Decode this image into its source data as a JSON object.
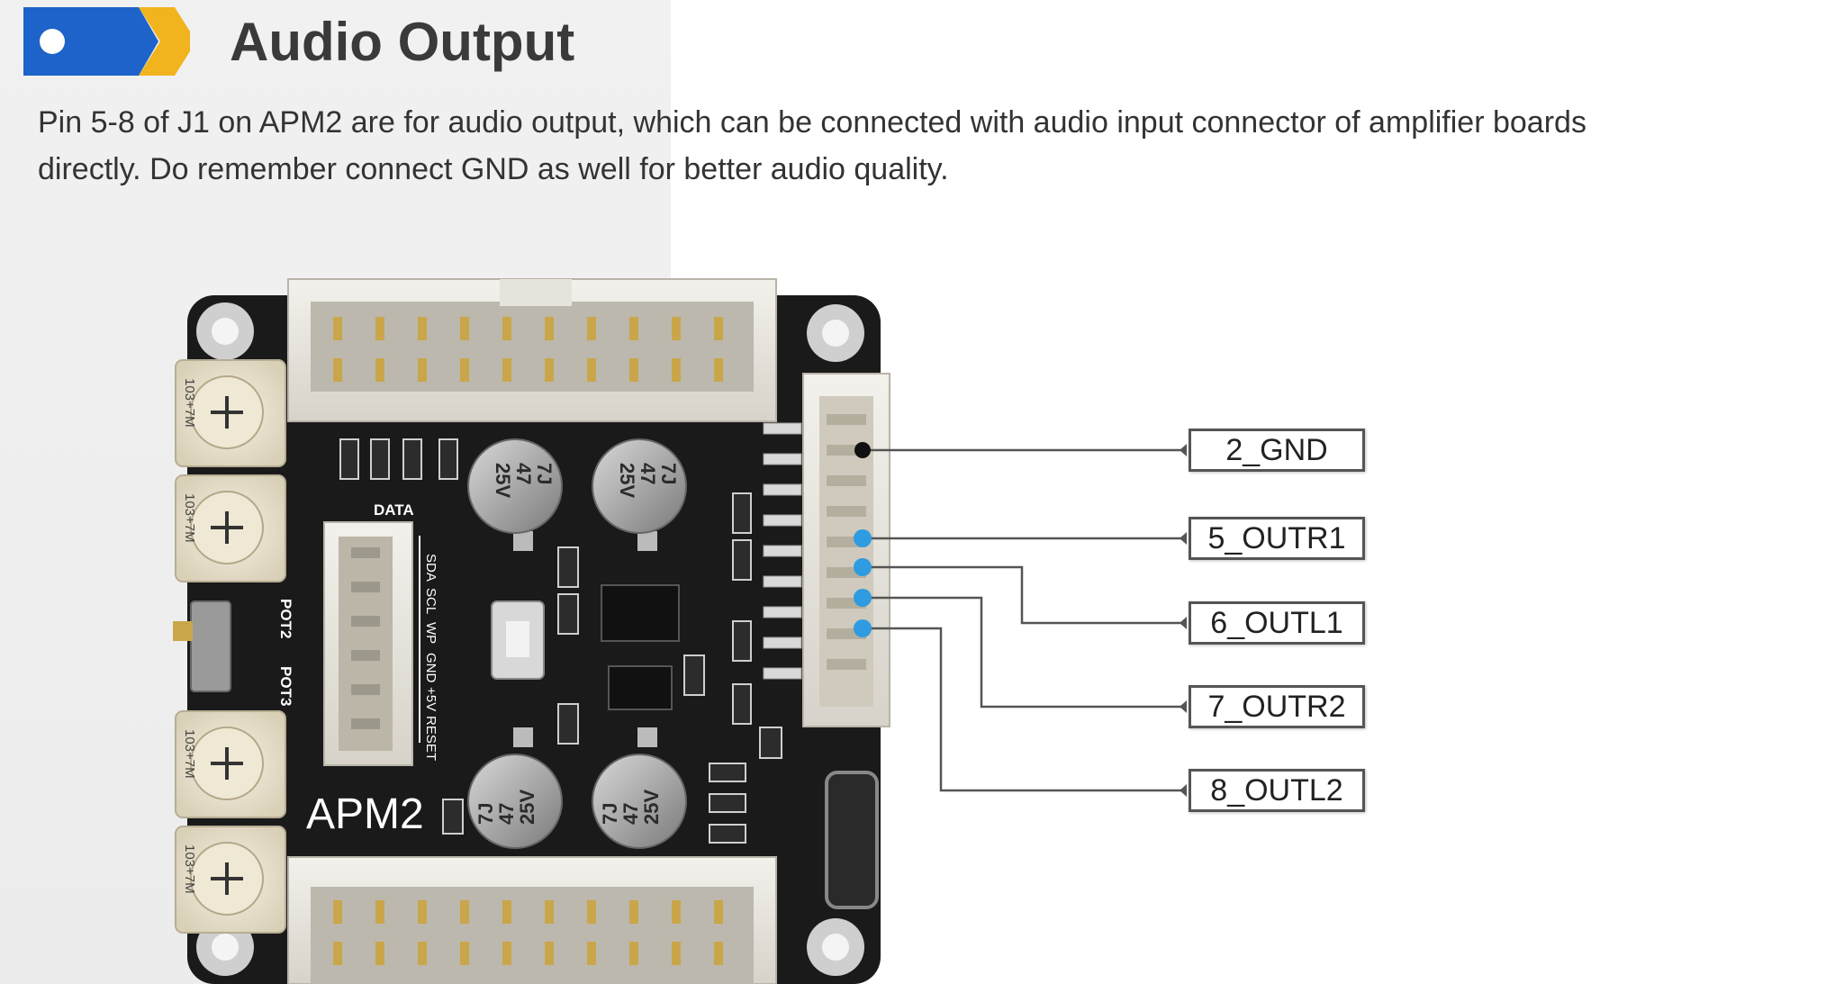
{
  "slide": {
    "title": "Audio Output",
    "description_lines": [
      "Pin 5-8 of J1 on APM2 are for audio output, which can be connected with audio input connector of amplifier boards",
      "directly. Do remember connect GND as well for better audio quality."
    ]
  },
  "board": {
    "name": "APM2",
    "data_label": "DATA",
    "pot_labels": [
      "POT2",
      "POT3"
    ],
    "pot_codes": [
      "103+7M",
      "103+7M",
      "103+7M",
      "103+7M"
    ],
    "cap_markings": [
      [
        "7J",
        "47",
        "25V"
      ],
      [
        "7J",
        "47",
        "25V"
      ],
      [
        "7J",
        "47",
        "25V"
      ],
      [
        "7J",
        "47",
        "25V"
      ]
    ],
    "header_pins": [
      "SDA",
      "SCL",
      "WP",
      "GND",
      "+5V",
      "RESET"
    ]
  },
  "pin_labels": [
    {
      "id": "gnd",
      "text": "2_GND",
      "dot_color": "#111111"
    },
    {
      "id": "outr1",
      "text": "5_OUTR1",
      "dot_color": "#2f9be0"
    },
    {
      "id": "outl1",
      "text": "6_OUTL1",
      "dot_color": "#2f9be0"
    },
    {
      "id": "outr2",
      "text": "7_OUTR2",
      "dot_color": "#2f9be0"
    },
    {
      "id": "outl2",
      "text": "8_OUTL2",
      "dot_color": "#2f9be0"
    }
  ],
  "colors": {
    "icon_blue": "#1e63c9",
    "icon_yellow": "#f2b41e",
    "board": "#1a1a1a",
    "connector": "#e9e6df",
    "leader_line": "#555555"
  }
}
